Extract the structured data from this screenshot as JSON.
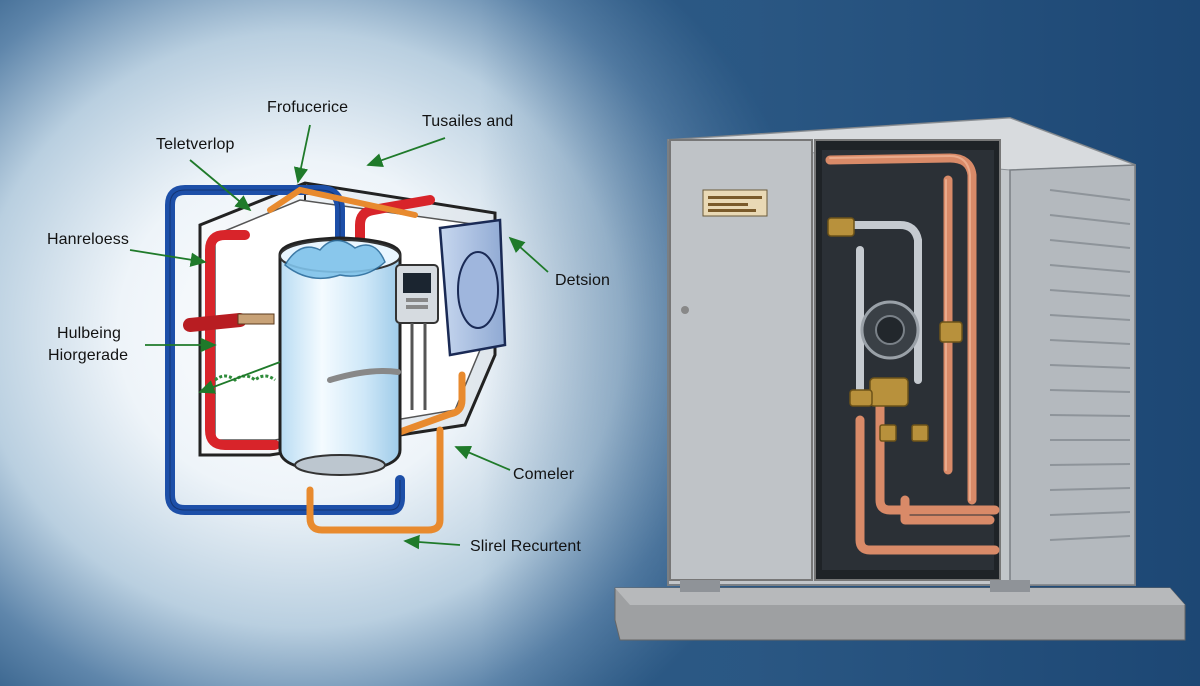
{
  "labels": {
    "top_center": "Frofucerice",
    "top_right": "Tusailes and",
    "top_left": "Teletverlop",
    "left_upper": "Hanreloess",
    "left_mid_1": "Hulbeing",
    "left_mid_2": "Hiorgerade",
    "right_mid": "Detsion",
    "right_lower": "Comeler",
    "bottom": "Slirel Recurtent"
  },
  "colors": {
    "cold_pipe": "#1d4fa8",
    "hot_pipe": "#d8242a",
    "warm_pipe": "#e88a2e",
    "copper_pipe": "#d98a68",
    "tank": "#dbeefb",
    "arrow": "#1f7a2a",
    "cabinet": "#c9cdd1"
  },
  "icons": {
    "tank": "water-tank-icon",
    "controller": "thermostat-panel-icon",
    "fan": "fan-housing-icon",
    "nameplate": "nameplate-icon"
  }
}
